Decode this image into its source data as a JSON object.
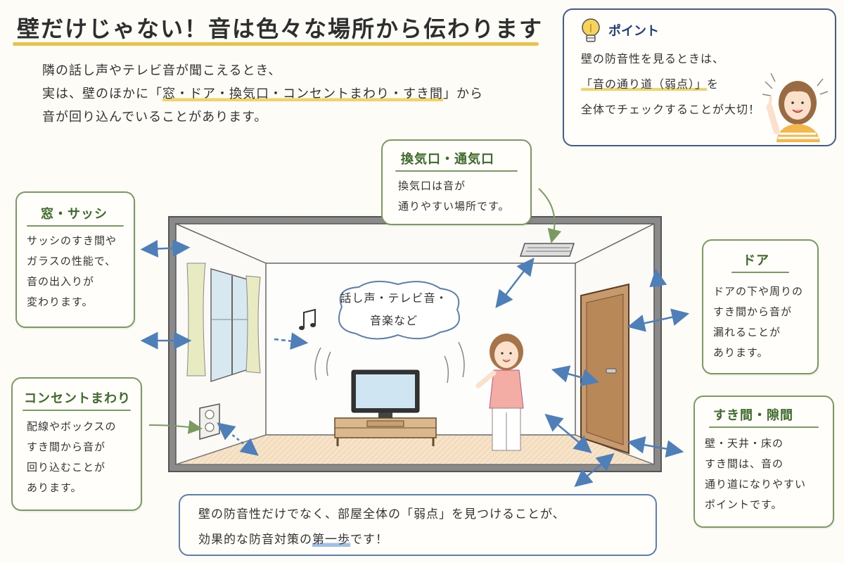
{
  "header": {
    "title": "壁だけじゃない！音は色々な場所から伝わります",
    "intro_line1": "隣の話し声やテレビ音が聞こえるとき、",
    "intro_line2_pre": "実は、壁のほかに「",
    "intro_line2_hl": "窓・ドア・換気口・コンセントまわり・すき間",
    "intro_line2_post": "」から",
    "intro_line3": "音が回り込んでいることがあります。"
  },
  "point": {
    "title": "ポイント",
    "line1": "壁の防音性を見るときは、",
    "line2_hl": "「音の通り道（弱点）」",
    "line2_post": "を",
    "line3": "全体でチェックすることが大切！"
  },
  "cards": {
    "window": {
      "title": "窓・サッシ",
      "lines": [
        "サッシのすき間や",
        "ガラスの性能で、",
        "音の出入りが",
        "変わります。"
      ]
    },
    "outlet": {
      "title": "コンセントまわり",
      "lines": [
        "配線やボックスの",
        "すき間から音が",
        "回り込むことが",
        "あります。"
      ]
    },
    "vent": {
      "title": "換気口・通気口",
      "lines": [
        "換気口は音が",
        "通りやすい場所です。"
      ]
    },
    "door": {
      "title": "ドア",
      "lines": [
        "ドアの下や周りの",
        "すき間から音が",
        "漏れることが",
        "あります。"
      ]
    },
    "gap": {
      "title": "すき間・隙間",
      "lines": [
        "壁・天井・床の",
        "すき間は、音の",
        "通り道になりやすい",
        "ポイントです。"
      ]
    }
  },
  "bubble": {
    "line1": "話し声・テレビ音・",
    "line2": "音楽など"
  },
  "bottom": {
    "line1": "壁の防音性だけでなく、部屋全体の「弱点」を見つけることが、",
    "line2_pre": "効果的な防音対策の",
    "line2_hl": "第一歩",
    "line2_post": "です！"
  },
  "colors": {
    "card_border": "#7a9a62",
    "card_title": "#3e6a2b",
    "point_border": "#445c8c",
    "arrow": "#4f7fb8",
    "highlight": "#f1d36e"
  }
}
